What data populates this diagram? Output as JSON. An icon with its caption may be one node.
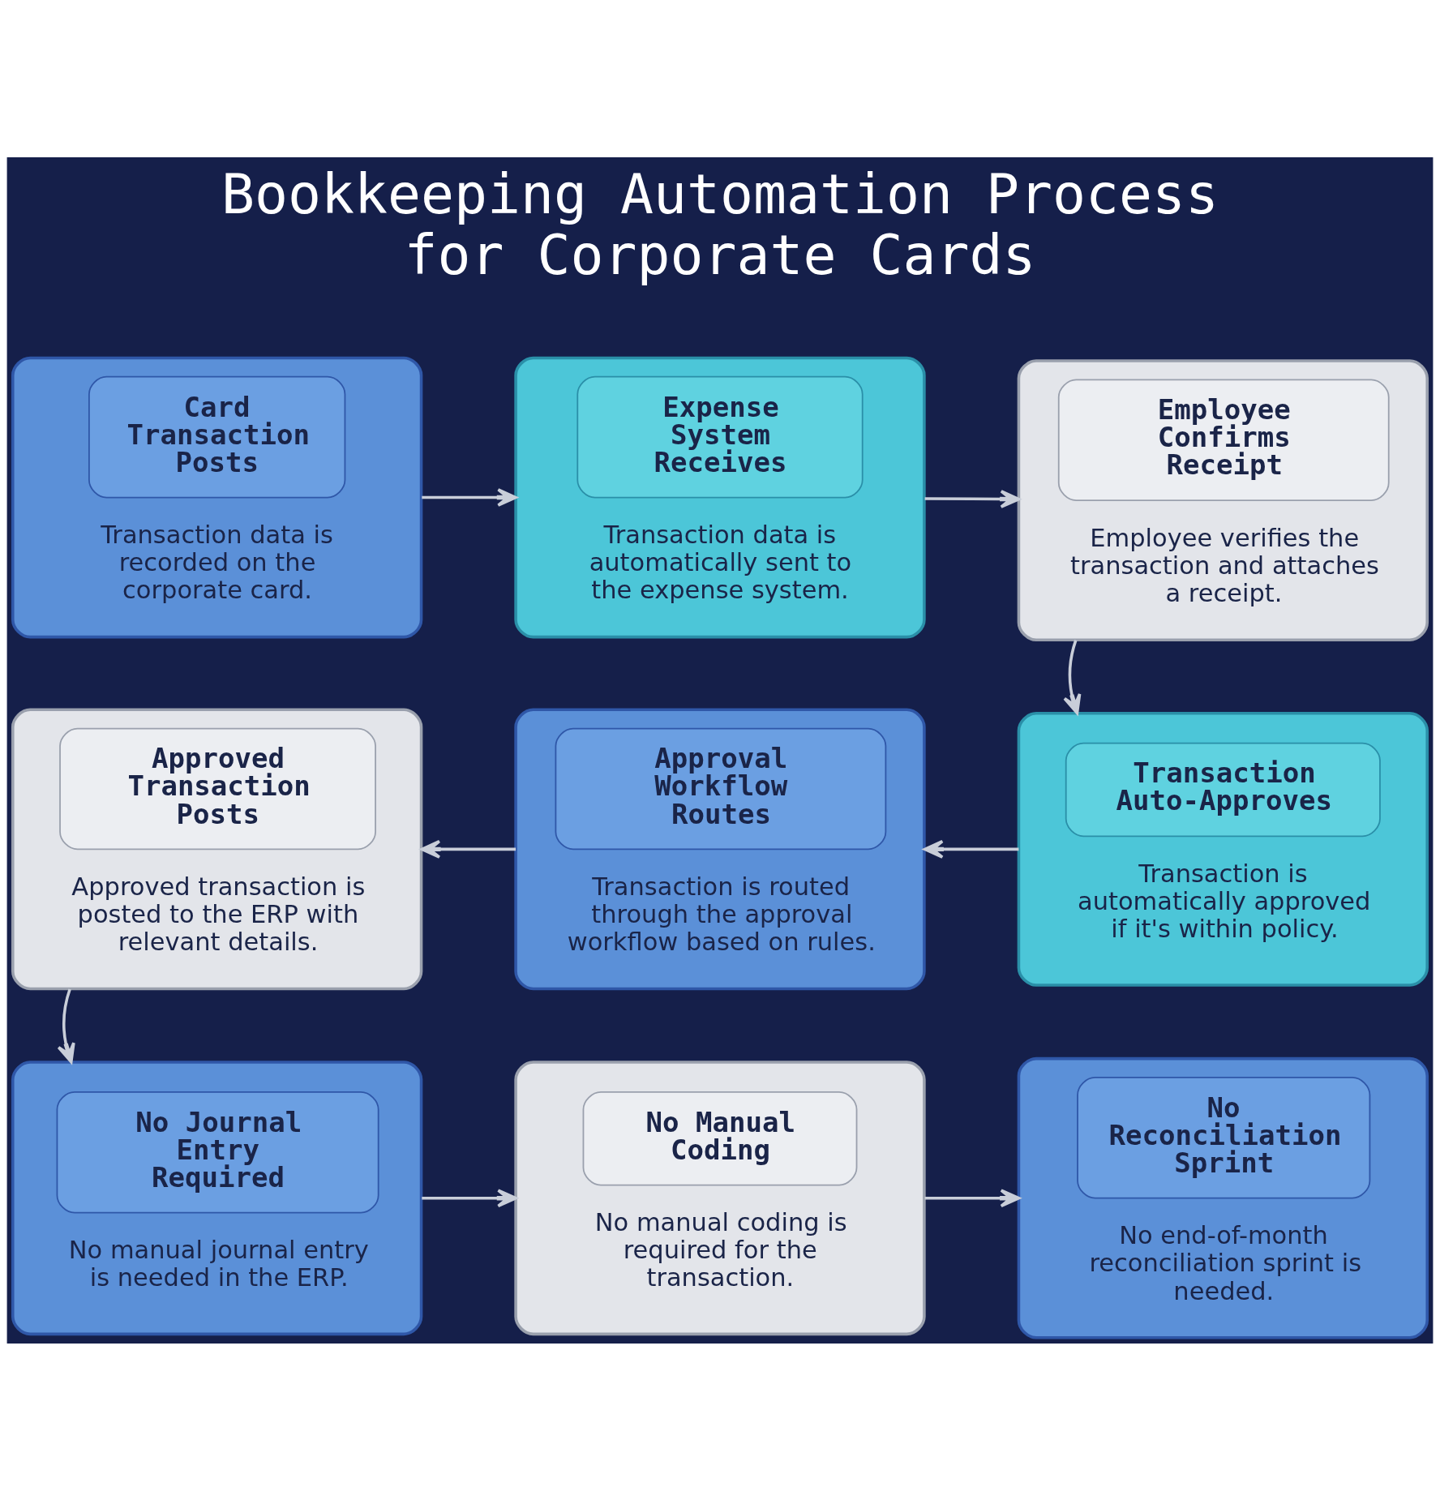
{
  "diagram": {
    "title": "Bookkeeping Automation Process for Corporate Cards",
    "nodes": [
      {
        "text": [
          "Card Transaction Posts",
          "Transaction data is recorded on the corporate card."
        ]
      },
      {
        "text": [
          "Expense System Receives",
          "Transaction data is automatically sent to the expense system."
        ]
      },
      {
        "text": [
          "Employee Confirms Receipt",
          "Employee verifies the transaction and attaches a receipt."
        ]
      },
      {
        "text": [
          "Approved Transaction Posts",
          "Approved transaction is posted to the ERP with relevant details."
        ]
      },
      {
        "text": [
          "Approval Workflow Routes",
          "Transaction is routed through the approval workflow based on rules."
        ]
      },
      {
        "text": [
          "Transaction Auto-Approves",
          "Transaction is automatically approved if it's within policy."
        ]
      },
      {
        "text": [
          "No Journal Entry Required",
          "No manual journal entry is needed in the ERP."
        ]
      },
      {
        "text": [
          "No Manual Coding",
          "No manual coding is required for the transaction."
        ]
      },
      {
        "text": [
          "No Reconciliation Sprint",
          "No end-of-month reconciliation sprint is needed."
        ]
      }
    ],
    "edges": [
      {
        "from": 0,
        "to": 1,
        "arrow": "to"
      },
      {
        "from": 1,
        "to": 2,
        "arrow": "to"
      },
      {
        "from": 2,
        "to": 5,
        "arrow": "to"
      },
      {
        "from": 5,
        "to": 4,
        "arrow": "to"
      },
      {
        "from": 4,
        "to": 3,
        "arrow": "to"
      },
      {
        "from": 3,
        "to": 6,
        "arrow": "to"
      },
      {
        "from": 6,
        "to": 7,
        "arrow": "to"
      },
      {
        "from": 7,
        "to": 8,
        "arrow": "to"
      }
    ]
  }
}
